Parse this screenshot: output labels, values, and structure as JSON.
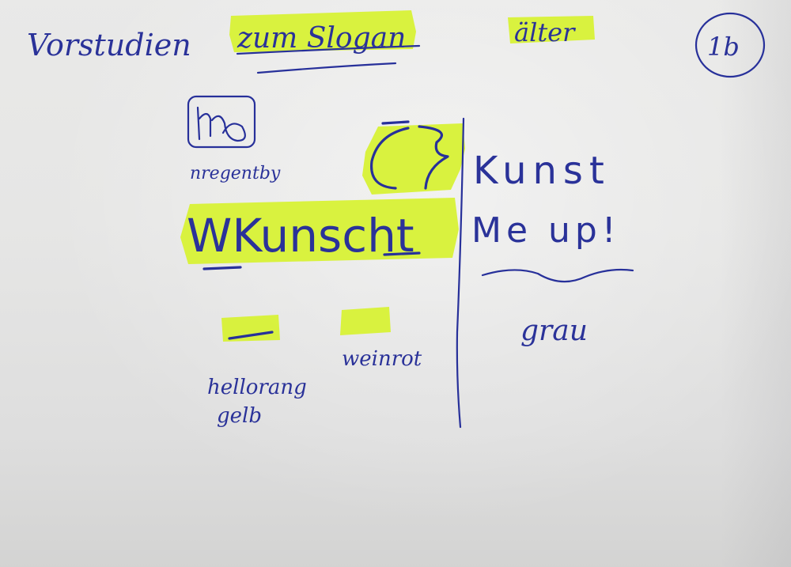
{
  "note": {
    "title_prefix": "Vorstudien",
    "title_highlighted": "zum Slogan",
    "top_tag": "älter",
    "page_number": "1b",
    "sketch_caption": "nregentby",
    "left_word": "WKunscht",
    "right_line_1": "Kunst",
    "right_line_2": "Me up!",
    "swatch_left_label_1": "hellorang",
    "swatch_left_label_2": "gelb",
    "swatch_right_label": "weinrot",
    "right_color_label": "grau",
    "colors": {
      "ink": "#27309a",
      "highlighter": "#d7f230",
      "paper": "#e8e8e7"
    }
  }
}
